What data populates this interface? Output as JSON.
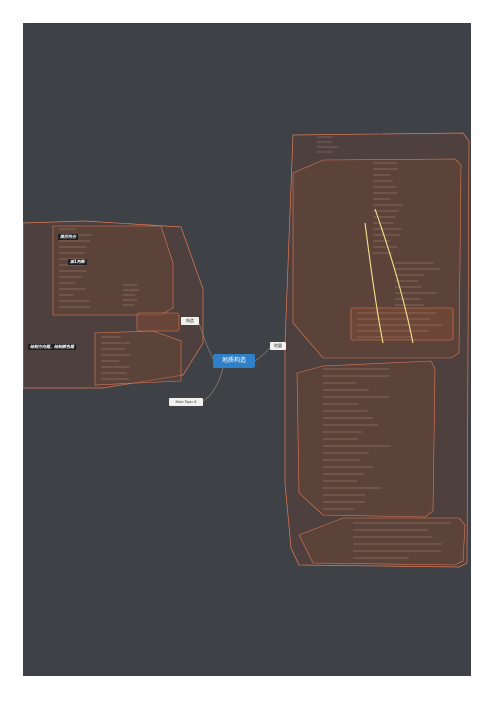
{
  "central_topic": "地质构造",
  "branches": {
    "right": "地震",
    "left": "构造",
    "floating": "Main Topic 6"
  },
  "tags": {
    "tag_a": "简历符合",
    "tag_b": "某1判断",
    "tag_c": "绘制方向题，绘制颜色题"
  },
  "colors": {
    "canvas": "#3e4146",
    "region_fill": "#5b4038",
    "region_stroke": "#e07a55",
    "connector": "#9a8a80",
    "highlight_arrow": "#f2e38a",
    "central": "#2f7fc9"
  }
}
